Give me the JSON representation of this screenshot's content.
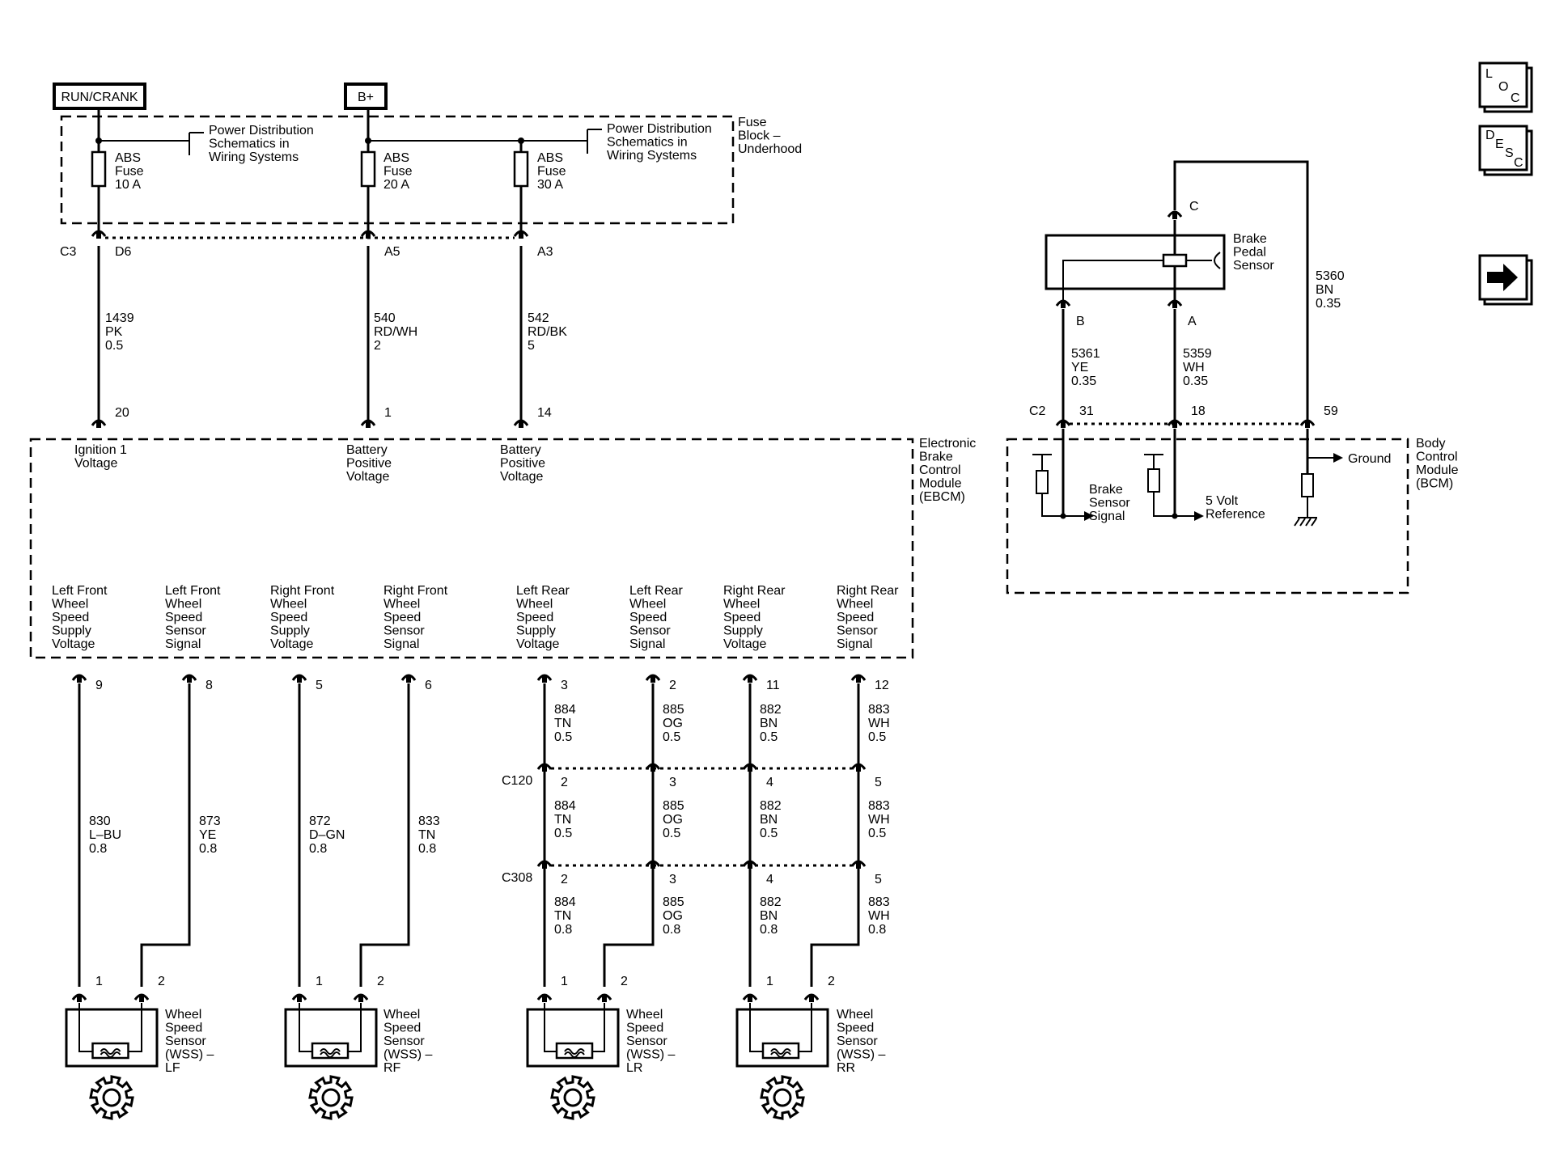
{
  "power": {
    "run_crank": "RUN/CRANK",
    "bplus": "B+"
  },
  "fuse_block": {
    "label": [
      "Fuse",
      "Block –",
      "Underhood"
    ],
    "power_dist_ref": [
      "Power Distribution",
      "Schematics in",
      "Wiring Systems"
    ],
    "fuses": [
      {
        "name": [
          "ABS",
          "Fuse",
          "10 A"
        ]
      },
      {
        "name": [
          "ABS",
          "Fuse",
          "20 A"
        ]
      },
      {
        "name": [
          "ABS",
          "Fuse",
          "30 A"
        ]
      }
    ],
    "connector": "C3",
    "terminals": [
      "D6",
      "A5",
      "A3"
    ]
  },
  "upper_wires": [
    {
      "circuit": "1439",
      "color": "PK",
      "gauge": "0.5",
      "pin": "20"
    },
    {
      "circuit": "540",
      "color": "RD/WH",
      "gauge": "2",
      "pin": "1"
    },
    {
      "circuit": "542",
      "color": "RD/BK",
      "gauge": "5",
      "pin": "14"
    }
  ],
  "ebcm": {
    "label": [
      "Electronic",
      "Brake",
      "Control",
      "Module",
      "(EBCM)"
    ],
    "inputs": [
      [
        "Ignition 1",
        "Voltage"
      ],
      [
        "Battery",
        "Positive",
        "Voltage"
      ],
      [
        "Battery",
        "Positive",
        "Voltage"
      ]
    ],
    "outputs": [
      [
        "Left Front",
        "Wheel",
        "Speed",
        "Supply",
        "Voltage"
      ],
      [
        "Left Front",
        "Wheel",
        "Speed",
        "Sensor",
        "Signal"
      ],
      [
        "Right Front",
        "Wheel",
        "Speed",
        "Supply",
        "Voltage"
      ],
      [
        "Right Front",
        "Wheel",
        "Speed",
        "Sensor",
        "Signal"
      ],
      [
        "Left Rear",
        "Wheel",
        "Speed",
        "Supply",
        "Voltage"
      ],
      [
        "Left Rear",
        "Wheel",
        "Speed",
        "Sensor",
        "Signal"
      ],
      [
        "Right Rear",
        "Wheel",
        "Speed",
        "Supply",
        "Voltage"
      ],
      [
        "Right Rear",
        "Wheel",
        "Speed",
        "Sensor",
        "Signal"
      ]
    ]
  },
  "front_wires": [
    {
      "pin": "9",
      "circuit": "830",
      "color": "L–BU",
      "gauge": "0.8",
      "sensor_pin": "1"
    },
    {
      "pin": "8",
      "circuit": "873",
      "color": "YE",
      "gauge": "0.8",
      "sensor_pin": "2"
    },
    {
      "pin": "5",
      "circuit": "872",
      "color": "D–GN",
      "gauge": "0.8",
      "sensor_pin": "1"
    },
    {
      "pin": "6",
      "circuit": "833",
      "color": "TN",
      "gauge": "0.8",
      "sensor_pin": "2"
    }
  ],
  "rear_wires": [
    {
      "pin": "3",
      "circuit": "884",
      "color": "TN",
      "seg1": "0.5",
      "c120": "2",
      "seg2": "0.5",
      "c308": "2",
      "seg3": "0.8",
      "sensor_pin": "1"
    },
    {
      "pin": "2",
      "circuit": "885",
      "color": "OG",
      "seg1": "0.5",
      "c120": "3",
      "seg2": "0.5",
      "c308": "3",
      "seg3": "0.8",
      "sensor_pin": "2"
    },
    {
      "pin": "11",
      "circuit": "882",
      "color": "BN",
      "seg1": "0.5",
      "c120": "4",
      "seg2": "0.5",
      "c308": "4",
      "seg3": "0.8",
      "sensor_pin": "1"
    },
    {
      "pin": "12",
      "circuit": "883",
      "color": "WH",
      "seg1": "0.5",
      "c120": "5",
      "seg2": "0.5",
      "c308": "5",
      "seg3": "0.8",
      "sensor_pin": "2"
    }
  ],
  "inline_connectors": {
    "c120": "C120",
    "c308": "C308"
  },
  "wheel_sensors": [
    [
      "Wheel",
      "Speed",
      "Sensor",
      "(WSS) –",
      "LF"
    ],
    [
      "Wheel",
      "Speed",
      "Sensor",
      "(WSS) –",
      "RF"
    ],
    [
      "Wheel",
      "Speed",
      "Sensor",
      "(WSS) –",
      "LR"
    ],
    [
      "Wheel",
      "Speed",
      "Sensor",
      "(WSS) –",
      "RR"
    ]
  ],
  "brake_pedal": {
    "label": [
      "Brake",
      "Pedal",
      "Sensor"
    ],
    "pins": {
      "c": "C",
      "b": "B",
      "a": "A"
    },
    "wires": [
      {
        "circuit": "5361",
        "color": "YE",
        "gauge": "0.35",
        "pin": "31"
      },
      {
        "circuit": "5359",
        "color": "WH",
        "gauge": "0.35",
        "pin": "18"
      },
      {
        "circuit": "5360",
        "color": "BN",
        "gauge": "0.35",
        "pin": "59"
      }
    ]
  },
  "bcm": {
    "label": [
      "Body",
      "Control",
      "Module",
      "(BCM)"
    ],
    "connector": "C2",
    "brake_signal": [
      "Brake",
      "Sensor",
      "Signal"
    ],
    "ref": [
      "5 Volt",
      "Reference"
    ],
    "ground": "Ground"
  },
  "nav": {
    "loc": [
      "L",
      "O",
      "C"
    ],
    "desc": [
      "D",
      "E",
      "S",
      "C"
    ],
    "next_icon": "arrow-right-icon"
  }
}
